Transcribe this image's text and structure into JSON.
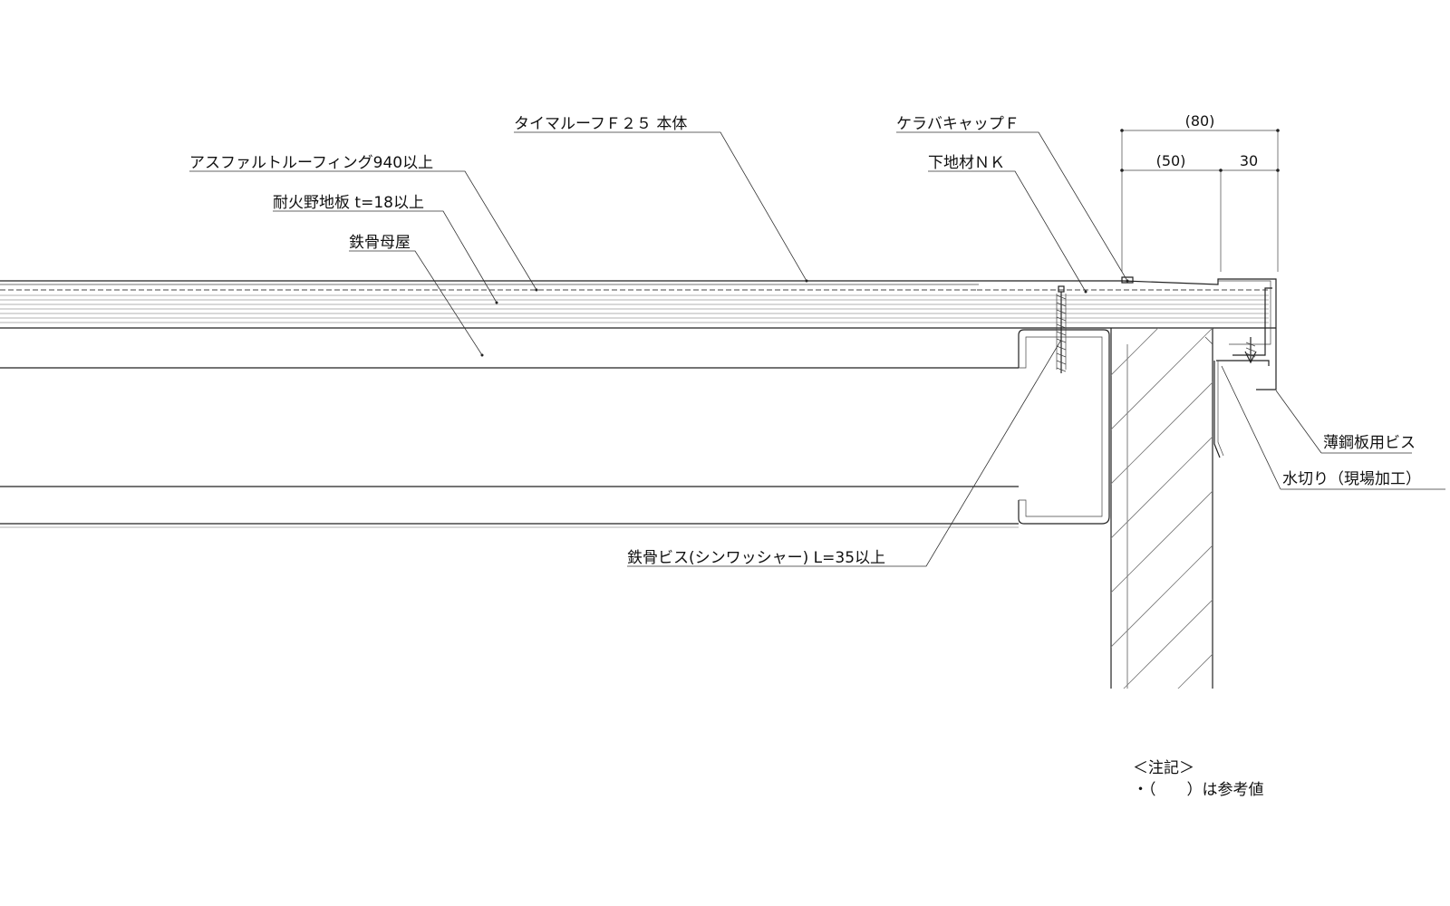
{
  "labels": {
    "roof_body": "タイマルーフＦ２５ 本体",
    "asphalt": "アスファルトルーフィング940以上",
    "board": "耐火野地板 t=18以上",
    "purlin": "鉄骨母屋",
    "cap": "ケラバキャップＦ",
    "base": "下地材ＮＫ",
    "screw_thin": "薄鋼板用ビス",
    "flashing": "水切り（現場加工）",
    "steel_screw": "鉄骨ビス(シンワッシャー) L=35以上"
  },
  "dimensions": {
    "total": "(80)",
    "left": "(50)",
    "right": "30"
  },
  "notes": {
    "title": "＜注記＞",
    "line1": "・（　　）は参考値"
  }
}
